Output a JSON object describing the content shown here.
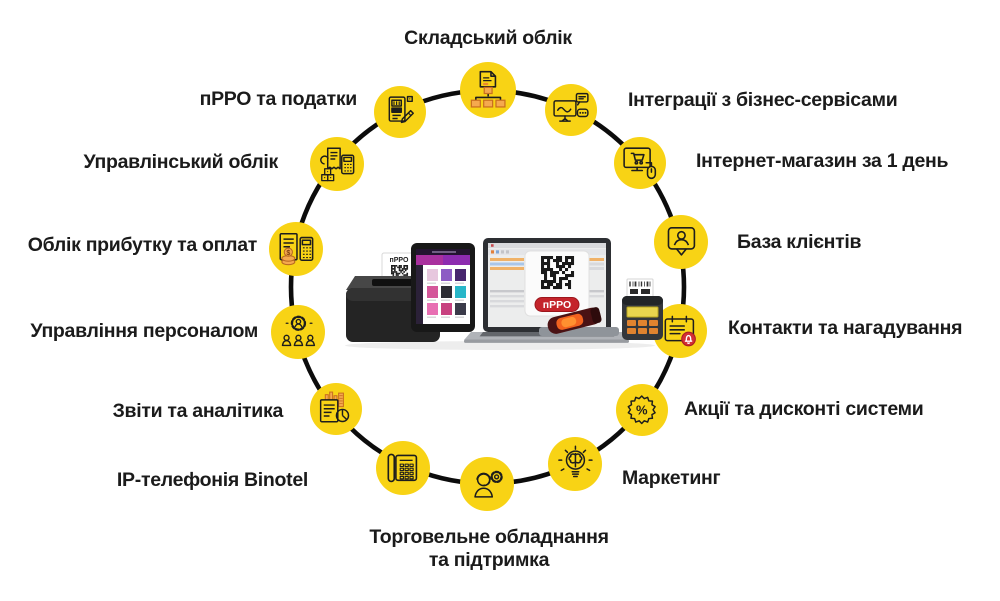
{
  "diagram": {
    "items": [
      {
        "label": "Складський облік",
        "icon": "warehouse-structure-icon"
      },
      {
        "label": "Інтеграції з бізнес-сервісами",
        "icon": "integrations-icon"
      },
      {
        "label": "Інтернет-магазин за 1 день",
        "icon": "online-store-icon"
      },
      {
        "label": "База клієнтів",
        "icon": "client-base-icon"
      },
      {
        "label": "Контакти та нагадування",
        "icon": "contacts-reminder-icon"
      },
      {
        "label": "Акції та дисконті системи",
        "icon": "discount-icon"
      },
      {
        "label": "Маркетинг",
        "icon": "marketing-icon"
      },
      {
        "label": "Торговельне обладнання\nта підтримка",
        "icon": "support-icon"
      },
      {
        "label": "IP-телефонія Binotel",
        "icon": "ip-phone-icon"
      },
      {
        "label": "Звіти та аналітика",
        "icon": "reports-icon"
      },
      {
        "label": "Управління персоналом",
        "icon": "hr-icon"
      },
      {
        "label": "Облік прибутку та оплат",
        "icon": "profit-icon"
      },
      {
        "label": "Управлінський облік",
        "icon": "management-accounting-icon"
      },
      {
        "label": "пРРО та податки",
        "icon": "prro-taxes-icon"
      }
    ],
    "center": {
      "receipt_label": "пРРО",
      "laptop_badge": "пРРО"
    },
    "colors": {
      "circle_yellow": "#F8D315",
      "ring_black": "#0C0C0C",
      "accent_orange": "#F5A94E",
      "badge_red": "#C4242B",
      "bell_red": "#D42F35",
      "label_text": "#1B1B1B"
    }
  }
}
